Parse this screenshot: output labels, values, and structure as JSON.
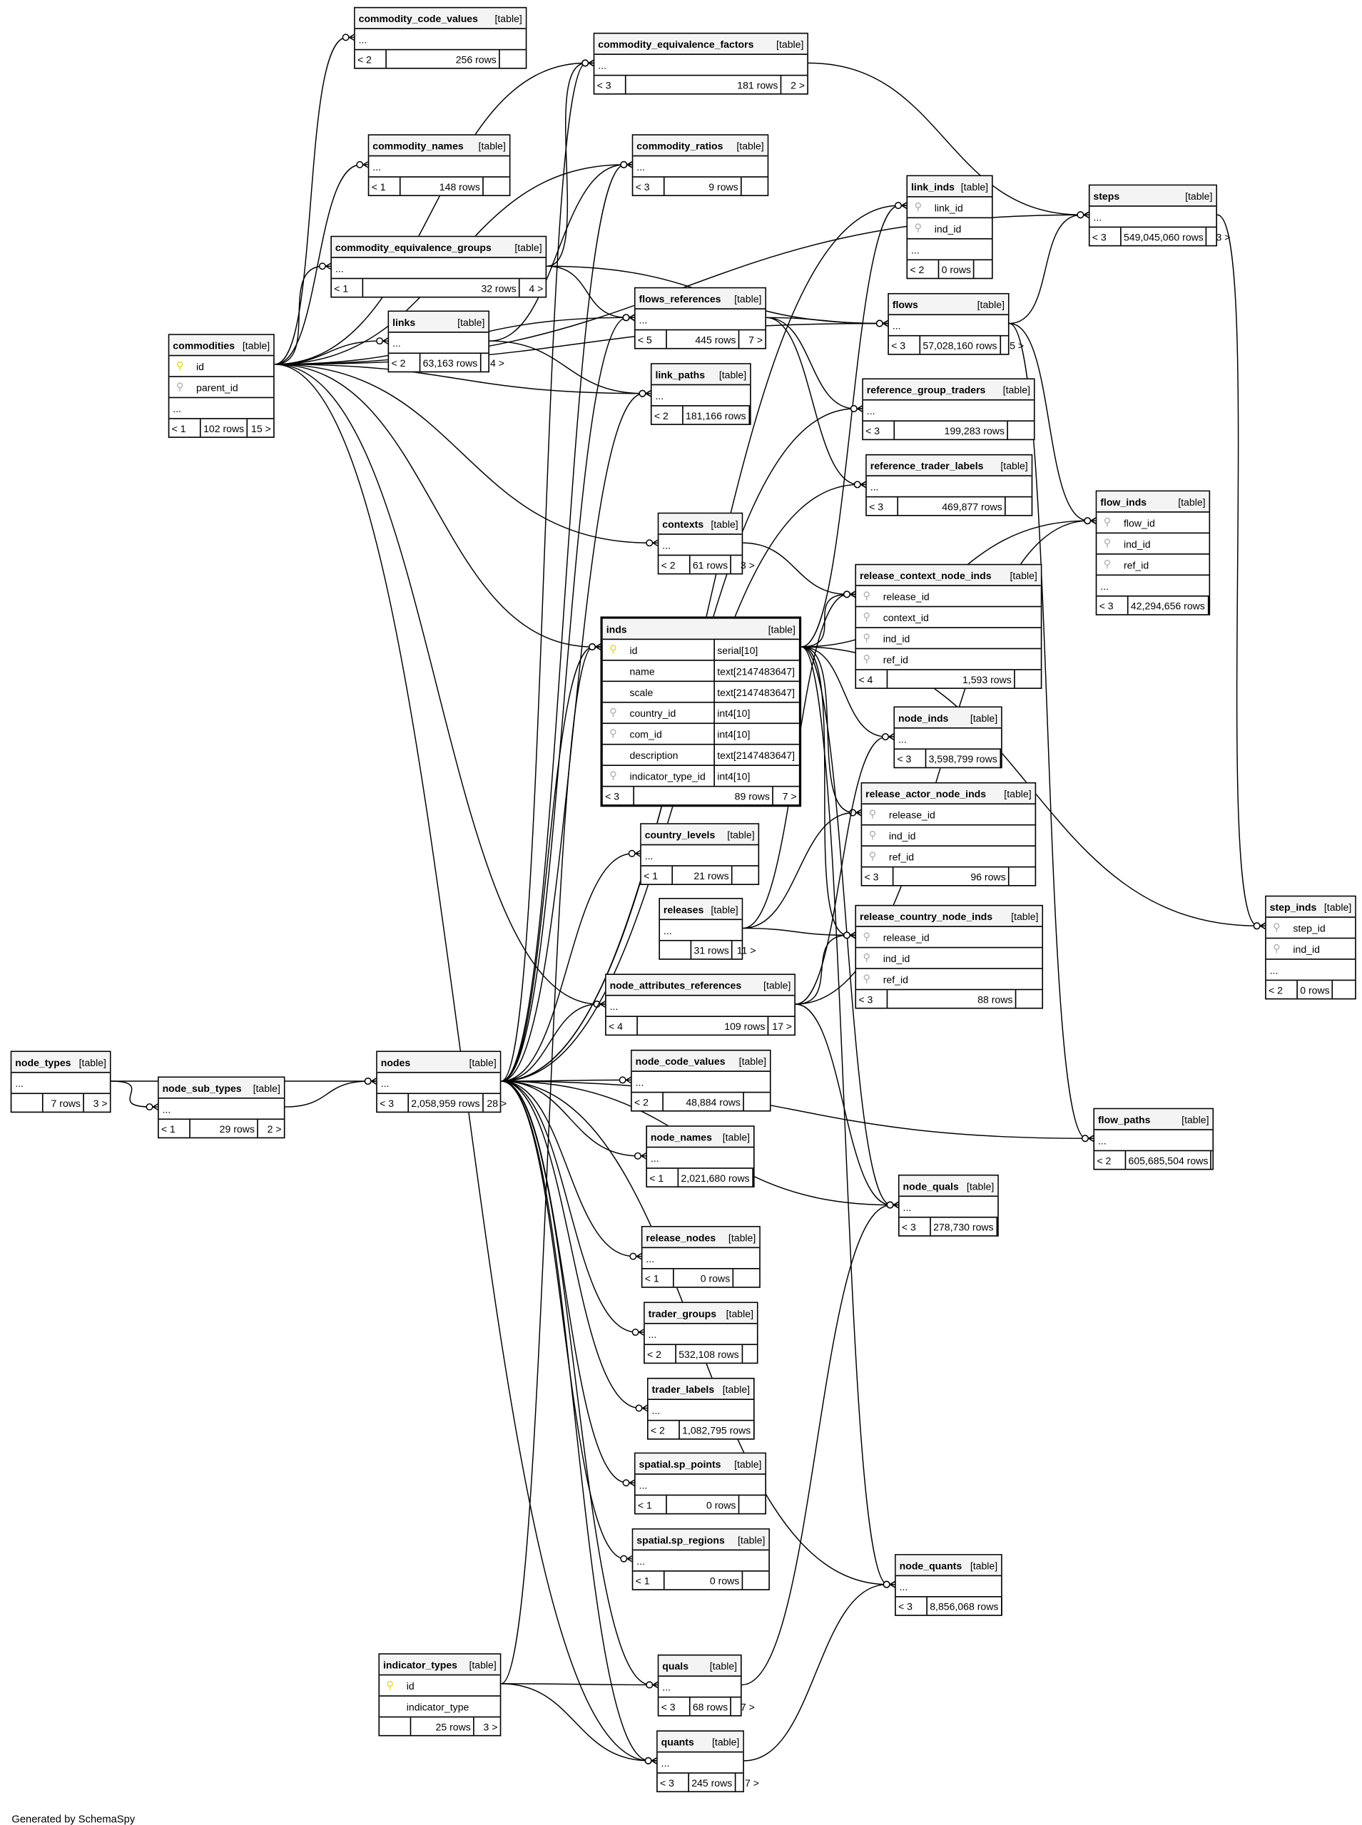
{
  "footer_text": "Generated by SchemaSpy",
  "table_tag": "[table]",
  "tables": [
    {
      "id": "commodity_code_values",
      "cols": [
        [
          "...",
          "",
          ""
        ]
      ],
      "footer": [
        "< 2",
        "256 rows",
        ""
      ]
    },
    {
      "id": "commodity_equivalence_factors",
      "cols": [
        [
          "...",
          "",
          ""
        ]
      ],
      "footer": [
        "< 3",
        "181 rows",
        "2 >"
      ]
    },
    {
      "id": "commodity_names",
      "cols": [
        [
          "...",
          "",
          ""
        ]
      ],
      "footer": [
        "< 1",
        "148 rows",
        ""
      ]
    },
    {
      "id": "commodity_ratios",
      "cols": [
        [
          "...",
          "",
          ""
        ]
      ],
      "footer": [
        "< 3",
        "9 rows",
        ""
      ]
    },
    {
      "id": "link_inds",
      "cols": [
        [
          "link_id",
          "fk",
          ""
        ],
        [
          "ind_id",
          "fk",
          ""
        ],
        [
          "...",
          "",
          ""
        ]
      ],
      "footer": [
        "< 2",
        "0 rows",
        ""
      ]
    },
    {
      "id": "steps",
      "cols": [
        [
          "...",
          "",
          ""
        ]
      ],
      "footer": [
        "< 3",
        "549,045,060 rows",
        "3 >"
      ]
    },
    {
      "id": "commodity_equivalence_groups",
      "cols": [
        [
          "...",
          "",
          ""
        ]
      ],
      "footer": [
        "< 1",
        "32 rows",
        "4 >"
      ]
    },
    {
      "id": "flows_references",
      "cols": [
        [
          "...",
          "",
          ""
        ]
      ],
      "footer": [
        "< 5",
        "445 rows",
        "7 >"
      ]
    },
    {
      "id": "flows",
      "cols": [
        [
          "...",
          "",
          ""
        ]
      ],
      "footer": [
        "< 3",
        "57,028,160 rows",
        "5 >"
      ]
    },
    {
      "id": "links",
      "cols": [
        [
          "...",
          "",
          ""
        ]
      ],
      "footer": [
        "< 2",
        "63,163 rows",
        "4 >"
      ]
    },
    {
      "id": "commodities",
      "cols": [
        [
          "id",
          "pk",
          ""
        ],
        [
          "parent_id",
          "fk",
          ""
        ],
        [
          "...",
          "",
          ""
        ]
      ],
      "footer": [
        "< 1",
        "102 rows",
        "15 >"
      ]
    },
    {
      "id": "link_paths",
      "cols": [
        [
          "...",
          "",
          ""
        ]
      ],
      "footer": [
        "< 2",
        "181,166 rows",
        ""
      ]
    },
    {
      "id": "reference_group_traders",
      "cols": [
        [
          "...",
          "",
          ""
        ]
      ],
      "footer": [
        "< 3",
        "199,283 rows",
        ""
      ]
    },
    {
      "id": "reference_trader_labels",
      "cols": [
        [
          "...",
          "",
          ""
        ]
      ],
      "footer": [
        "< 3",
        "469,877 rows",
        ""
      ]
    },
    {
      "id": "flow_inds",
      "cols": [
        [
          "flow_id",
          "fk",
          ""
        ],
        [
          "ind_id",
          "fk",
          ""
        ],
        [
          "ref_id",
          "fk",
          ""
        ],
        [
          "...",
          "",
          ""
        ]
      ],
      "footer": [
        "< 3",
        "42,294,656 rows",
        ""
      ]
    },
    {
      "id": "contexts",
      "cols": [
        [
          "...",
          "",
          ""
        ]
      ],
      "footer": [
        "< 2",
        "61 rows",
        "3 >"
      ]
    },
    {
      "id": "release_context_node_inds",
      "cols": [
        [
          "release_id",
          "fk",
          ""
        ],
        [
          "context_id",
          "fk",
          ""
        ],
        [
          "ind_id",
          "fk",
          ""
        ],
        [
          "ref_id",
          "fk",
          ""
        ]
      ],
      "footer": [
        "< 4",
        "1,593 rows",
        ""
      ]
    },
    {
      "id": "inds",
      "focus": true,
      "cols": [
        [
          "id",
          "pk",
          "serial[10]"
        ],
        [
          "name",
          "none",
          "text[2147483647]"
        ],
        [
          "scale",
          "none",
          "text[2147483647]"
        ],
        [
          "country_id",
          "fk",
          "int4[10]"
        ],
        [
          "com_id",
          "fk",
          "int4[10]"
        ],
        [
          "description",
          "none",
          "text[2147483647]"
        ],
        [
          "indicator_type_id",
          "fk",
          "int4[10]"
        ]
      ],
      "footer": [
        "< 3",
        "89 rows",
        "7 >"
      ]
    },
    {
      "id": "node_inds",
      "cols": [
        [
          "...",
          "",
          ""
        ]
      ],
      "footer": [
        "< 3",
        "3,598,799 rows",
        ""
      ]
    },
    {
      "id": "release_actor_node_inds",
      "cols": [
        [
          "release_id",
          "fk",
          ""
        ],
        [
          "ind_id",
          "fk",
          ""
        ],
        [
          "ref_id",
          "fk",
          ""
        ]
      ],
      "footer": [
        "< 3",
        "96 rows",
        ""
      ]
    },
    {
      "id": "country_levels",
      "cols": [
        [
          "...",
          "",
          ""
        ]
      ],
      "footer": [
        "< 1",
        "21 rows",
        ""
      ]
    },
    {
      "id": "releases",
      "cols": [
        [
          "...",
          "",
          ""
        ]
      ],
      "footer": [
        "",
        "31 rows",
        "11 >"
      ]
    },
    {
      "id": "release_country_node_inds",
      "cols": [
        [
          "release_id",
          "fk",
          ""
        ],
        [
          "ind_id",
          "fk",
          ""
        ],
        [
          "ref_id",
          "fk",
          ""
        ]
      ],
      "footer": [
        "< 3",
        "88 rows",
        ""
      ]
    },
    {
      "id": "step_inds",
      "cols": [
        [
          "step_id",
          "fk",
          ""
        ],
        [
          "ind_id",
          "fk",
          ""
        ],
        [
          "...",
          "",
          ""
        ]
      ],
      "footer": [
        "< 2",
        "0 rows",
        ""
      ]
    },
    {
      "id": "node_attributes_references",
      "cols": [
        [
          "...",
          "",
          ""
        ]
      ],
      "footer": [
        "< 4",
        "109 rows",
        "17 >"
      ]
    },
    {
      "id": "node_types",
      "cols": [
        [
          "...",
          "",
          ""
        ]
      ],
      "footer": [
        "",
        "7 rows",
        "3 >"
      ]
    },
    {
      "id": "nodes",
      "cols": [
        [
          "...",
          "",
          ""
        ]
      ],
      "footer": [
        "< 3",
        "2,058,959 rows",
        "28 >"
      ]
    },
    {
      "id": "node_sub_types",
      "cols": [
        [
          "...",
          "",
          ""
        ]
      ],
      "footer": [
        "< 1",
        "29 rows",
        "2 >"
      ]
    },
    {
      "id": "node_code_values",
      "cols": [
        [
          "...",
          "",
          ""
        ]
      ],
      "footer": [
        "< 2",
        "48,884 rows",
        ""
      ]
    },
    {
      "id": "flow_paths",
      "cols": [
        [
          "...",
          "",
          ""
        ]
      ],
      "footer": [
        "< 2",
        "605,685,504 rows",
        ""
      ]
    },
    {
      "id": "node_names",
      "cols": [
        [
          "...",
          "",
          ""
        ]
      ],
      "footer": [
        "< 1",
        "2,021,680 rows",
        ""
      ]
    },
    {
      "id": "node_quals",
      "cols": [
        [
          "...",
          "",
          ""
        ]
      ],
      "footer": [
        "< 3",
        "278,730 rows",
        ""
      ]
    },
    {
      "id": "release_nodes",
      "cols": [
        [
          "...",
          "",
          ""
        ]
      ],
      "footer": [
        "< 1",
        "0 rows",
        ""
      ]
    },
    {
      "id": "trader_groups",
      "cols": [
        [
          "...",
          "",
          ""
        ]
      ],
      "footer": [
        "< 2",
        "532,108 rows",
        ""
      ]
    },
    {
      "id": "trader_labels",
      "cols": [
        [
          "...",
          "",
          ""
        ]
      ],
      "footer": [
        "< 2",
        "1,082,795 rows",
        ""
      ]
    },
    {
      "id": "spatial.sp_points",
      "cols": [
        [
          "...",
          "",
          ""
        ]
      ],
      "footer": [
        "< 1",
        "0 rows",
        ""
      ]
    },
    {
      "id": "spatial.sp_regions",
      "cols": [
        [
          "...",
          "",
          ""
        ]
      ],
      "footer": [
        "< 1",
        "0 rows",
        ""
      ]
    },
    {
      "id": "node_quants",
      "cols": [
        [
          "...",
          "",
          ""
        ]
      ],
      "footer": [
        "< 3",
        "8,856,068 rows",
        ""
      ]
    },
    {
      "id": "indicator_types",
      "cols": [
        [
          "id",
          "pk",
          ""
        ],
        [
          "indicator_type",
          "none",
          ""
        ]
      ],
      "footer": [
        "",
        "25 rows",
        "3 >"
      ]
    },
    {
      "id": "quals",
      "cols": [
        [
          "...",
          "",
          ""
        ]
      ],
      "footer": [
        "< 3",
        "68 rows",
        "7 >"
      ]
    },
    {
      "id": "quants",
      "cols": [
        [
          "...",
          "",
          ""
        ]
      ],
      "footer": [
        "< 3",
        "245 rows",
        "7 >"
      ]
    }
  ],
  "relationships": [
    [
      "commodities",
      "commodity_code_values"
    ],
    [
      "commodities",
      "commodity_equivalence_factors"
    ],
    [
      "commodities",
      "commodity_names"
    ],
    [
      "commodities",
      "commodity_ratios"
    ],
    [
      "commodities",
      "commodity_equivalence_groups"
    ],
    [
      "commodities",
      "links"
    ],
    [
      "commodities",
      "link_paths"
    ],
    [
      "commodities",
      "flows_references"
    ],
    [
      "commodities",
      "contexts"
    ],
    [
      "commodities",
      "inds"
    ],
    [
      "commodities",
      "node_attributes_references"
    ],
    [
      "commodities",
      "steps"
    ],
    [
      "commodities",
      "quants"
    ],
    [
      "commodities",
      "flows"
    ],
    [
      "commodity_equivalence_groups",
      "commodity_equivalence_factors"
    ],
    [
      "commodity_equivalence_groups",
      "flows_references"
    ],
    [
      "commodity_equivalence_groups",
      "flows"
    ],
    [
      "commodity_equivalence_factors",
      "steps"
    ],
    [
      "links",
      "link_paths"
    ],
    [
      "links",
      "commodity_ratios"
    ],
    [
      "flows_references",
      "flows"
    ],
    [
      "flows_references",
      "reference_group_traders"
    ],
    [
      "flows_references",
      "reference_trader_labels"
    ],
    [
      "flows",
      "flow_inds"
    ],
    [
      "flows",
      "flow_paths"
    ],
    [
      "flows",
      "steps"
    ],
    [
      "steps",
      "step_inds"
    ],
    [
      "contexts",
      "release_context_node_inds"
    ],
    [
      "inds",
      "release_context_node_inds"
    ],
    [
      "inds",
      "node_inds"
    ],
    [
      "inds",
      "release_actor_node_inds"
    ],
    [
      "inds",
      "release_country_node_inds"
    ],
    [
      "inds",
      "flow_inds"
    ],
    [
      "inds",
      "link_inds"
    ],
    [
      "inds",
      "node_quals"
    ],
    [
      "inds",
      "node_quants"
    ],
    [
      "inds",
      "step_inds"
    ],
    [
      "releases",
      "release_context_node_inds"
    ],
    [
      "releases",
      "release_actor_node_inds"
    ],
    [
      "releases",
      "release_country_node_inds"
    ],
    [
      "node_attributes_references",
      "node_inds"
    ],
    [
      "node_attributes_references",
      "node_quals"
    ],
    [
      "node_attributes_references",
      "flow_inds"
    ],
    [
      "node_attributes_references",
      "release_country_node_inds"
    ],
    [
      "node_types",
      "nodes"
    ],
    [
      "node_types",
      "node_sub_types"
    ],
    [
      "node_sub_types",
      "nodes"
    ],
    [
      "nodes",
      "node_code_values"
    ],
    [
      "nodes",
      "node_names"
    ],
    [
      "nodes",
      "release_nodes"
    ],
    [
      "nodes",
      "trader_groups"
    ],
    [
      "nodes",
      "trader_labels"
    ],
    [
      "nodes",
      "spatial.sp_points"
    ],
    [
      "nodes",
      "spatial.sp_regions"
    ],
    [
      "nodes",
      "quals"
    ],
    [
      "nodes",
      "quants"
    ],
    [
      "nodes",
      "node_quals"
    ],
    [
      "nodes",
      "node_quants"
    ],
    [
      "nodes",
      "node_attributes_references"
    ],
    [
      "nodes",
      "flows_references"
    ],
    [
      "nodes",
      "commodity_ratios"
    ],
    [
      "nodes",
      "link_inds"
    ],
    [
      "nodes",
      "reference_group_traders"
    ],
    [
      "nodes",
      "reference_trader_labels"
    ],
    [
      "nodes",
      "flow_paths"
    ],
    [
      "nodes",
      "link_paths"
    ],
    [
      "nodes",
      "country_levels"
    ],
    [
      "nodes",
      "inds"
    ],
    [
      "nodes",
      "commodity_equivalence_factors"
    ],
    [
      "indicator_types",
      "inds"
    ],
    [
      "indicator_types",
      "quals"
    ],
    [
      "indicator_types",
      "quants"
    ],
    [
      "quals",
      "node_quals"
    ],
    [
      "quants",
      "node_quants"
    ]
  ]
}
